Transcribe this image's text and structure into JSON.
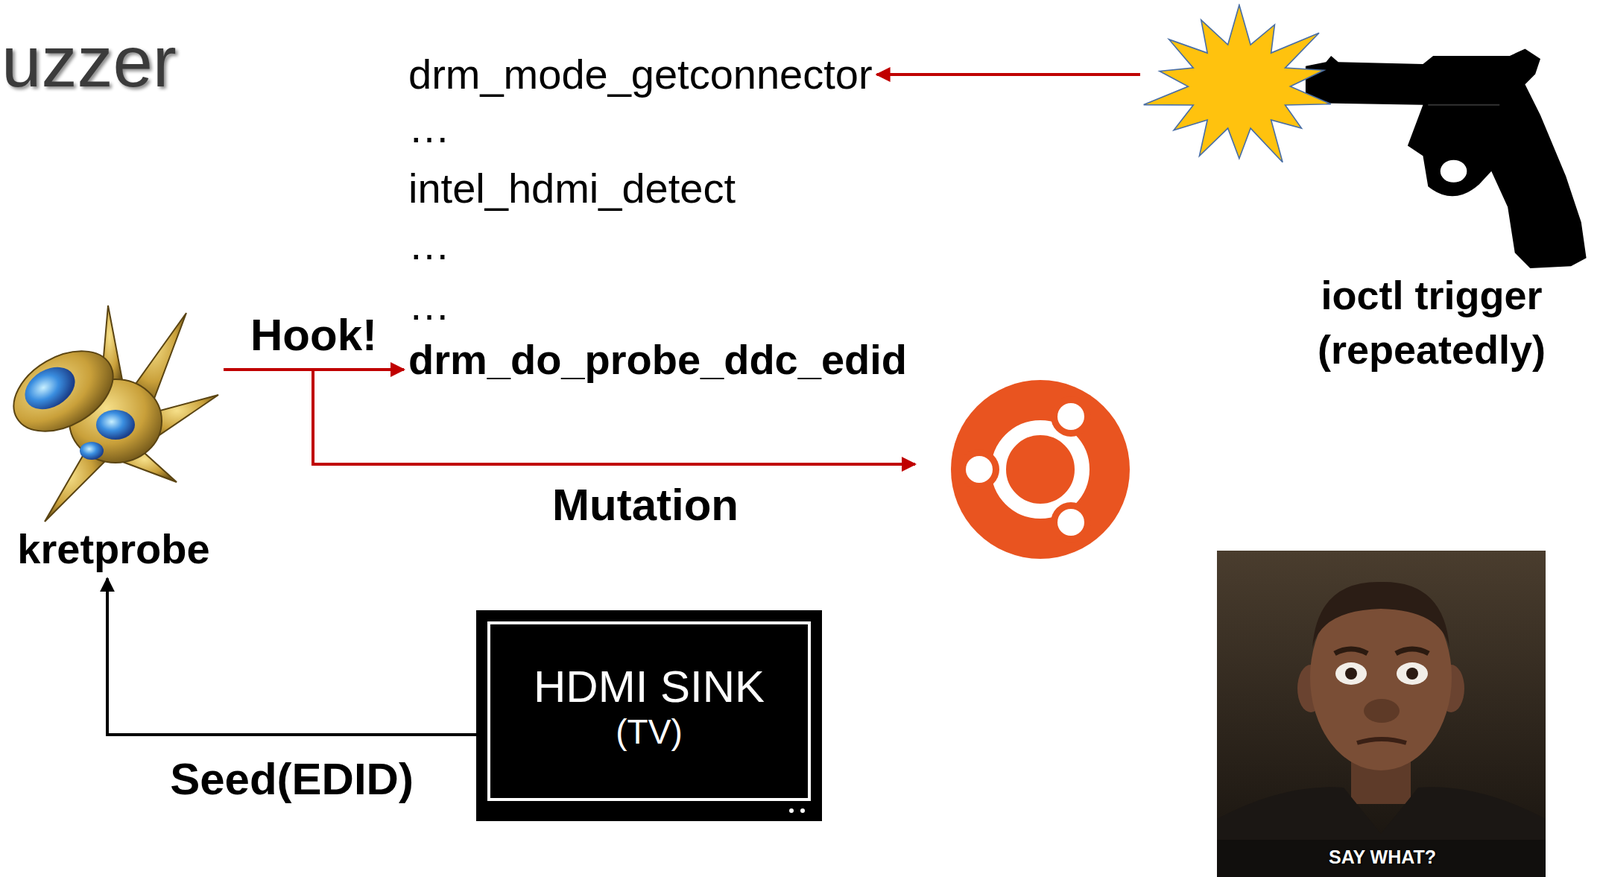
{
  "diagram": {
    "title": "uzzer",
    "nodes": [
      {
        "text": [
          "drm_mode_getconnector"
        ]
      },
      {
        "text": [
          "intel_hdmi_detect"
        ]
      },
      {
        "text": [
          "drm_do_probe_ddc_edid"
        ]
      },
      {
        "text": [
          "ioctl trigger (repeatedly)"
        ]
      },
      {
        "text": [
          "kretprobe"
        ]
      },
      {
        "text": [
          "HDMI SINK",
          "(TV)"
        ]
      }
    ],
    "edges": [
      {
        "from": 3,
        "to": 0,
        "arrow": "to"
      },
      {
        "from": 4,
        "to": 2,
        "arrow": "to",
        "label": "Hook!"
      },
      {
        "from": 5,
        "to": 4,
        "arrow": "to",
        "label": "Seed(EDID)"
      }
    ],
    "labels": [
      "…",
      "…",
      "…",
      "Mutation",
      "SAY WHAT?"
    ]
  }
}
